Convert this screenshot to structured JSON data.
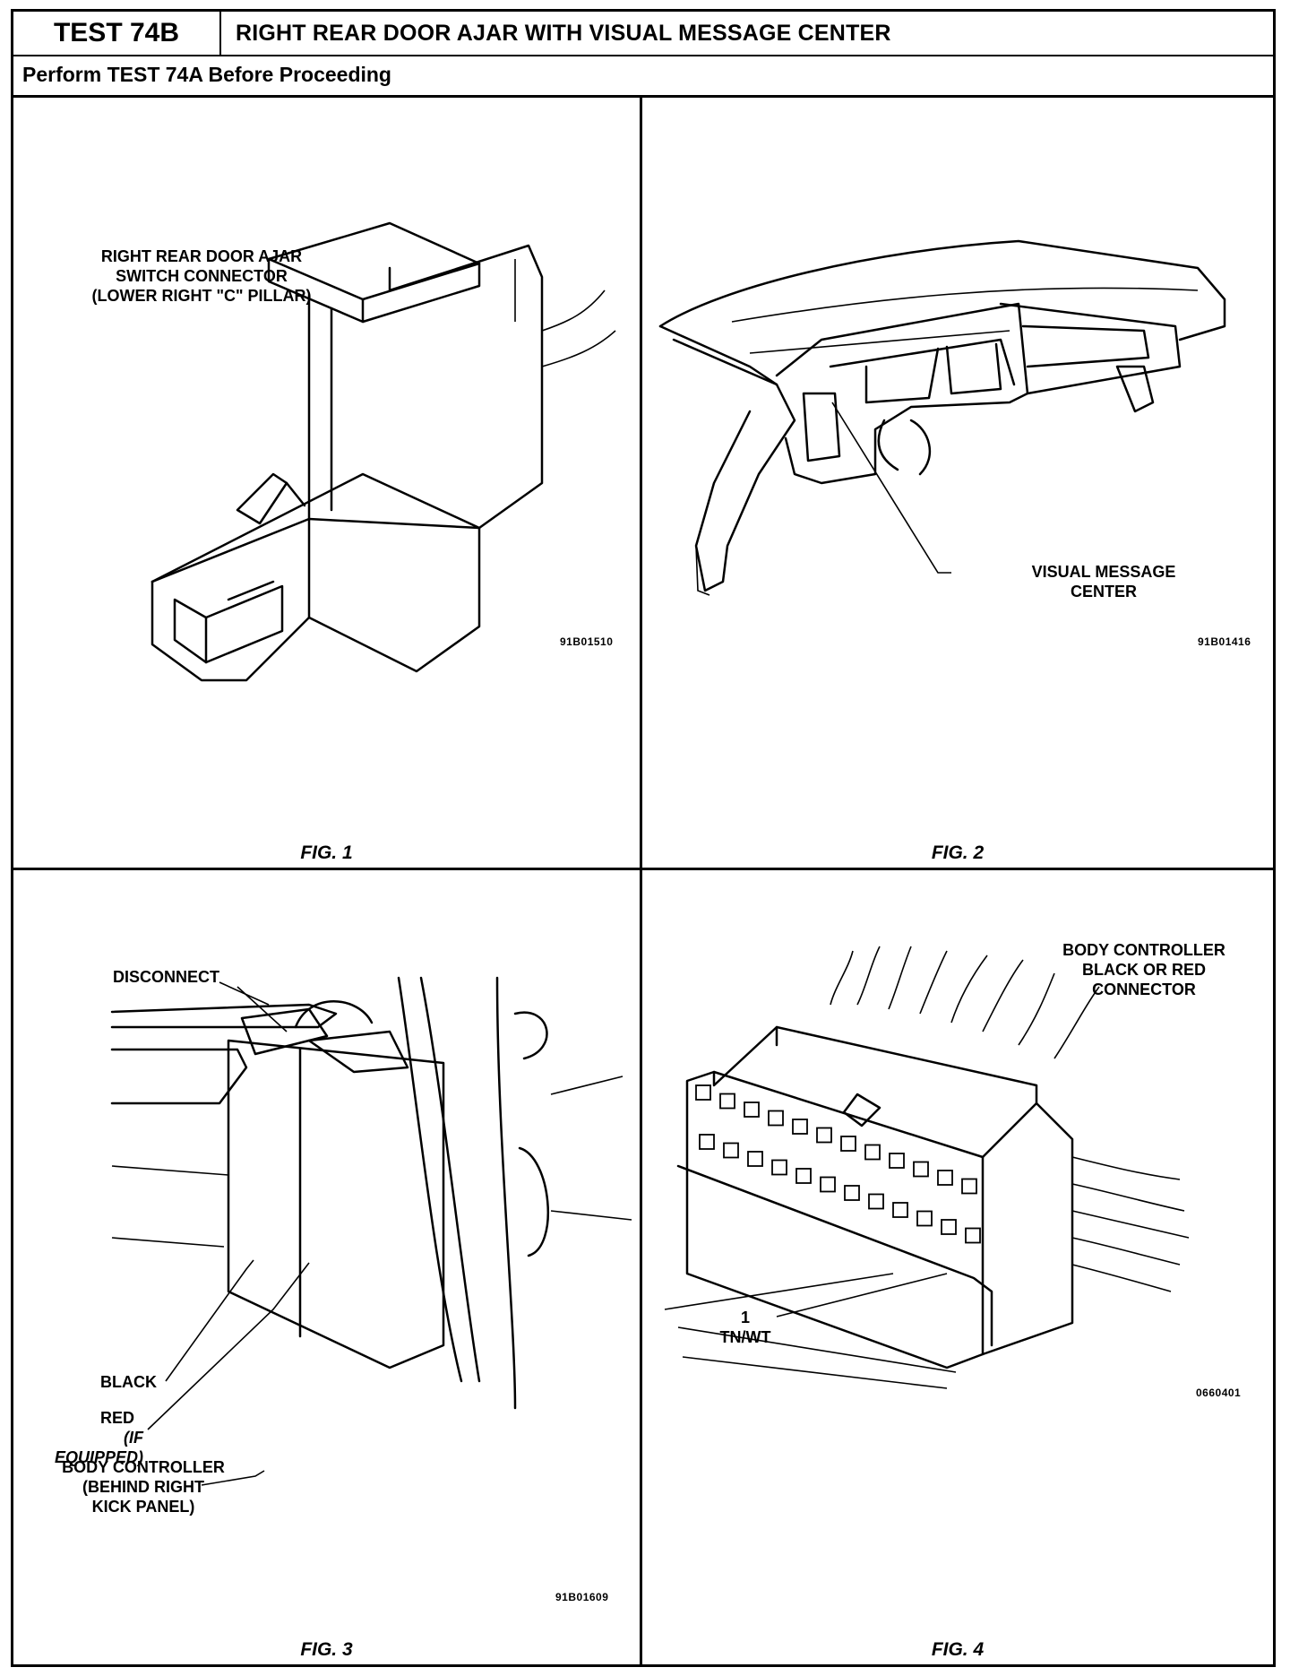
{
  "header": {
    "test_id": "TEST 74B",
    "title": "RIGHT REAR DOOR AJAR WITH VISUAL MESSAGE CENTER",
    "subtitle": "Perform TEST 74A Before Proceeding"
  },
  "fig1": {
    "caption": "FIG. 1",
    "label_line1": "RIGHT REAR DOOR AJAR",
    "label_line2": "SWITCH CONNECTOR",
    "label_line3": "(LOWER RIGHT \"C\" PILLAR)",
    "code": "91B01510"
  },
  "fig2": {
    "caption": "FIG. 2",
    "label_line1": "VISUAL MESSAGE",
    "label_line2": "CENTER",
    "code": "91B01416"
  },
  "fig3": {
    "caption": "FIG. 3",
    "disconnect": "DISCONNECT",
    "black": "BLACK",
    "red": "RED",
    "if_equipped": "(IF EQUIPPED)",
    "bc_line1": "BODY CONTROLLER",
    "bc_line2": "(BEHIND RIGHT",
    "bc_line3": "KICK PANEL)",
    "code": "91B01609"
  },
  "fig4": {
    "caption": "FIG. 4",
    "label_line1": "BODY CONTROLLER",
    "label_line2": "BLACK OR RED",
    "label_line3": "CONNECTOR",
    "pin_number": "1",
    "pin_wire": "TN/WT",
    "code": "0660401"
  }
}
